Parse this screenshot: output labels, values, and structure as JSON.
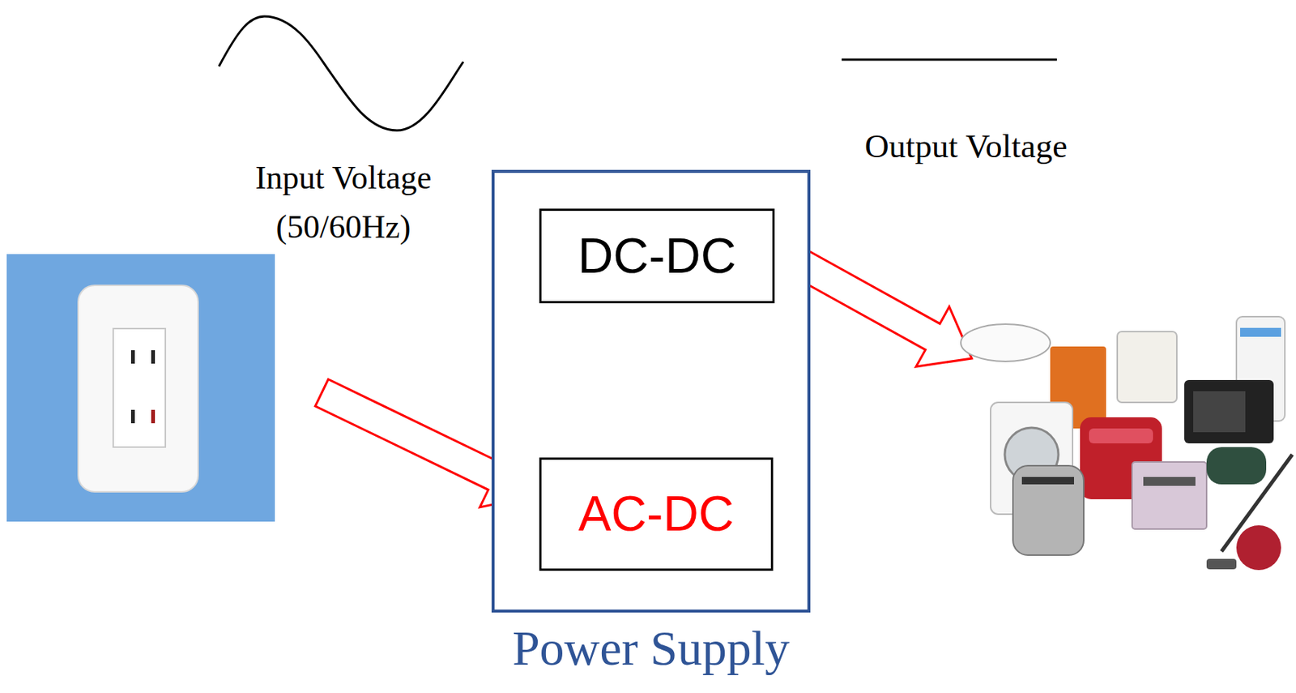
{
  "diagram": {
    "nodes": [
      {
        "text": [
          "Power Supply"
        ]
      },
      {
        "text": [
          "DC-DC"
        ],
        "in": 0
      },
      {
        "text": [
          "AC-DC"
        ],
        "in": 0
      }
    ],
    "edges": [
      {
        "from": 2,
        "to": 1,
        "arrow": "to"
      }
    ],
    "labels": [
      "Input Voltage (50/60Hz)",
      "Output Voltage"
    ]
  }
}
